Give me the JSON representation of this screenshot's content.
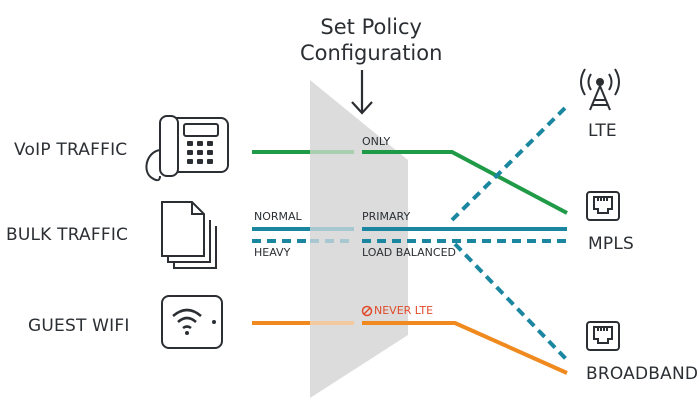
{
  "header": {
    "title_line1": "Set Policy",
    "title_line2": "Configuration"
  },
  "sources": {
    "voip": "VoIP TRAFFIC",
    "bulk": "BULK TRAFFIC",
    "guest": "GUEST WIFI"
  },
  "lanes": {
    "normal": "NORMAL",
    "heavy": "HEAVY"
  },
  "policies": {
    "only": "ONLY",
    "primary": "PRIMARY",
    "load_balanced": "LOAD BALANCED",
    "never_lte": "NEVER LTE"
  },
  "destinations": {
    "lte": "LTE",
    "mpls": "MPLS",
    "broadband": "BROADBAND"
  },
  "icons": {
    "voip": "desk-phone-icon",
    "bulk": "documents-icon",
    "guest": "wifi-tablet-icon",
    "lte": "cell-tower-icon",
    "mpls": "ethernet-port-icon",
    "broadband": "ethernet-port-icon",
    "never": "prohibited-icon"
  },
  "colors": {
    "voip_line": "#1f9a47",
    "bulk_line": "#1a86a0",
    "guest_line": "#f08a1e",
    "never_text": "#e04b2a",
    "panel": "#dcdcdc",
    "text": "#2b2f33"
  }
}
